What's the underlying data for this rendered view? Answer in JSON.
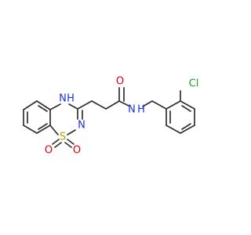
{
  "atoms": {
    "nh": {
      "label": "H",
      "prefix": "N",
      "color": "#1a33cc"
    },
    "n_ring": {
      "label": "N",
      "color": "#1a33cc"
    },
    "s": {
      "label": "S",
      "color": "#b5a00a"
    },
    "o_s_left": {
      "label": "O",
      "color": "#e0000d"
    },
    "o_s_right": {
      "label": "O",
      "color": "#e0000d"
    },
    "o_amide": {
      "label": "O",
      "color": "#e0000d"
    },
    "n_amide": {
      "label": "N",
      "suffix": "H",
      "color": "#1a33cc"
    },
    "cl": {
      "label": "Cl",
      "color": "#1fa01f"
    }
  },
  "bond_color": "#303030"
}
